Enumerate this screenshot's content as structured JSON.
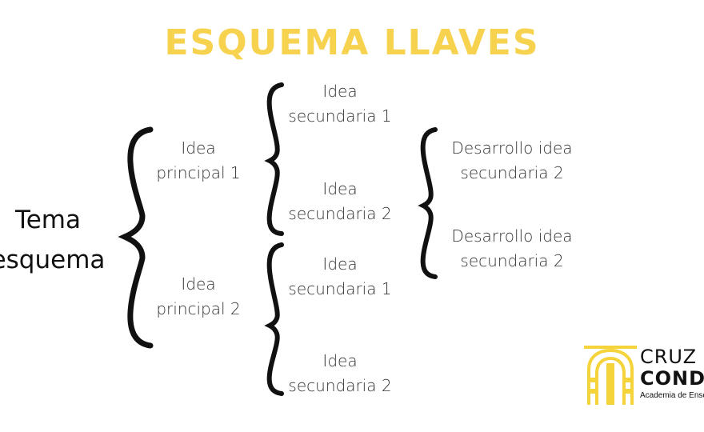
{
  "title": "ESQUEMA LLAVES",
  "topic": "Tema\nesquema",
  "main_ideas": [
    "Idea\nprincipal 1",
    "Idea\nprincipal 2"
  ],
  "secondary_ideas": [
    "Idea\nsecundaria 1",
    "Idea\nsecundaria 2",
    "Idea\nsecundaria 1",
    "Idea\nsecundaria 2"
  ],
  "developments": [
    "Desarrollo idea\nsecundaria 2",
    "Desarrollo idea\nsecundaria 2"
  ],
  "logo": {
    "line1": "CRUZ",
    "line2": "COND",
    "tagline": "Academia de Enseñ"
  },
  "colors": {
    "title": "#f7d24f",
    "logo_accent": "#f5d33a",
    "brace": "#111111",
    "text": "#333333"
  }
}
